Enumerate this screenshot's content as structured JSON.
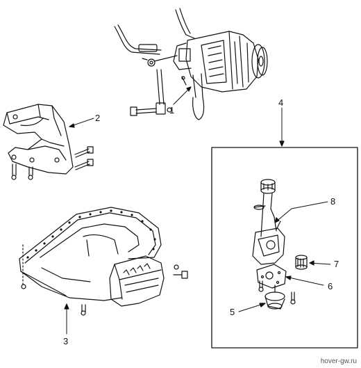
{
  "callouts": [
    {
      "id": "c1",
      "text": "1"
    },
    {
      "id": "c2",
      "text": "2"
    },
    {
      "id": "c3",
      "text": "3"
    },
    {
      "id": "c4",
      "text": "4"
    },
    {
      "id": "c5",
      "text": "5"
    },
    {
      "id": "c6",
      "text": "6"
    },
    {
      "id": "c7",
      "text": "7"
    },
    {
      "id": "c8",
      "text": "8"
    }
  ],
  "watermark": "hover-gw.ru",
  "colors": {
    "ink": "#111111",
    "paper": "#ffffff"
  }
}
